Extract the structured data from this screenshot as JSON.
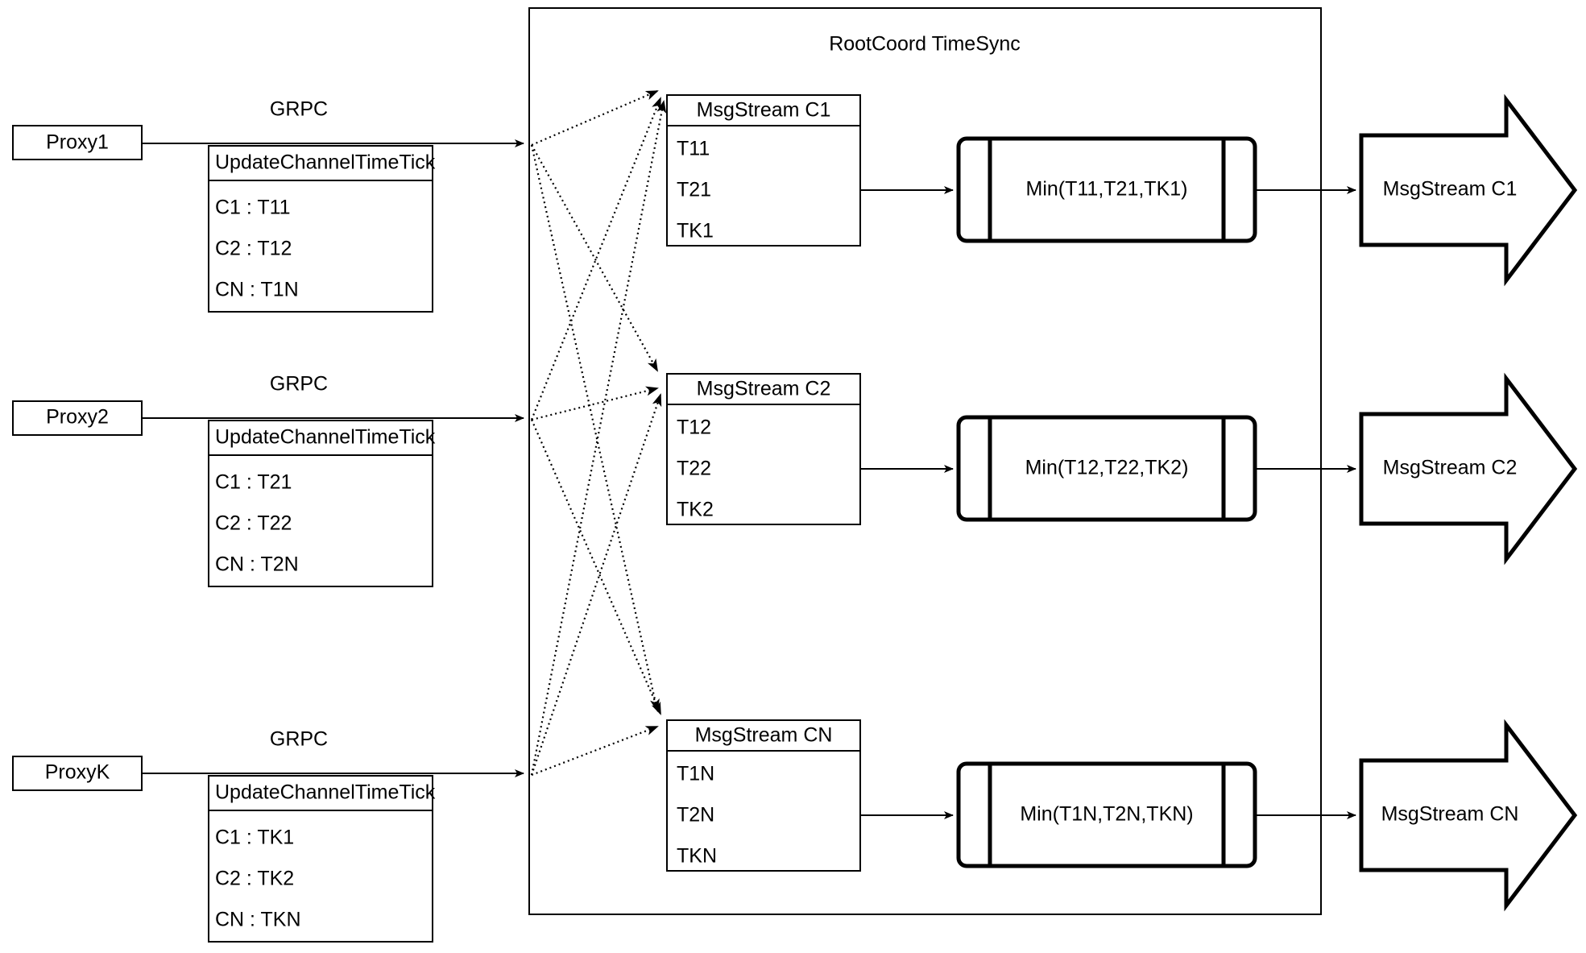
{
  "diagram": {
    "title": "RootCoord TimeSync",
    "container_label": "RootCoord TimeSync",
    "protocol_label": "GRPC",
    "proxies": [
      {
        "name": "Proxy1",
        "protocol": "GRPC",
        "request": {
          "header": "UpdateChannelTimeTick",
          "rows": [
            "C1 :  T11",
            "C2 :  T12",
            "CN : T1N"
          ]
        }
      },
      {
        "name": "Proxy2",
        "protocol": "GRPC",
        "request": {
          "header": "UpdateChannelTimeTick",
          "rows": [
            "C1 :  T21",
            "C2 :  T22",
            "CN : T2N"
          ]
        }
      },
      {
        "name": "ProxyK",
        "protocol": "GRPC",
        "request": {
          "header": "UpdateChannelTimeTick",
          "rows": [
            "C1 :  TK1",
            "C2 :  TK2",
            "CN : TKN"
          ]
        }
      }
    ],
    "channels": [
      {
        "stream": {
          "header": "MsgStream C1",
          "rows": [
            "T11",
            "T21",
            "TK1"
          ]
        },
        "process": "Min(T11,T21,TK1)",
        "output": "MsgStream C1"
      },
      {
        "stream": {
          "header": "MsgStream C2",
          "rows": [
            "T12",
            "T22",
            "TK2"
          ]
        },
        "process": "Min(T12,T22,TK2)",
        "output": "MsgStream C2"
      },
      {
        "stream": {
          "header": "MsgStream CN",
          "rows": [
            "T1N",
            "T2N",
            "TKN"
          ]
        },
        "process": "Min(T1N,T2N,TKN)",
        "output": "MsgStream CN"
      }
    ],
    "colors": {
      "stroke": "#000000",
      "fill": "#ffffff",
      "background": "#ffffff"
    }
  }
}
